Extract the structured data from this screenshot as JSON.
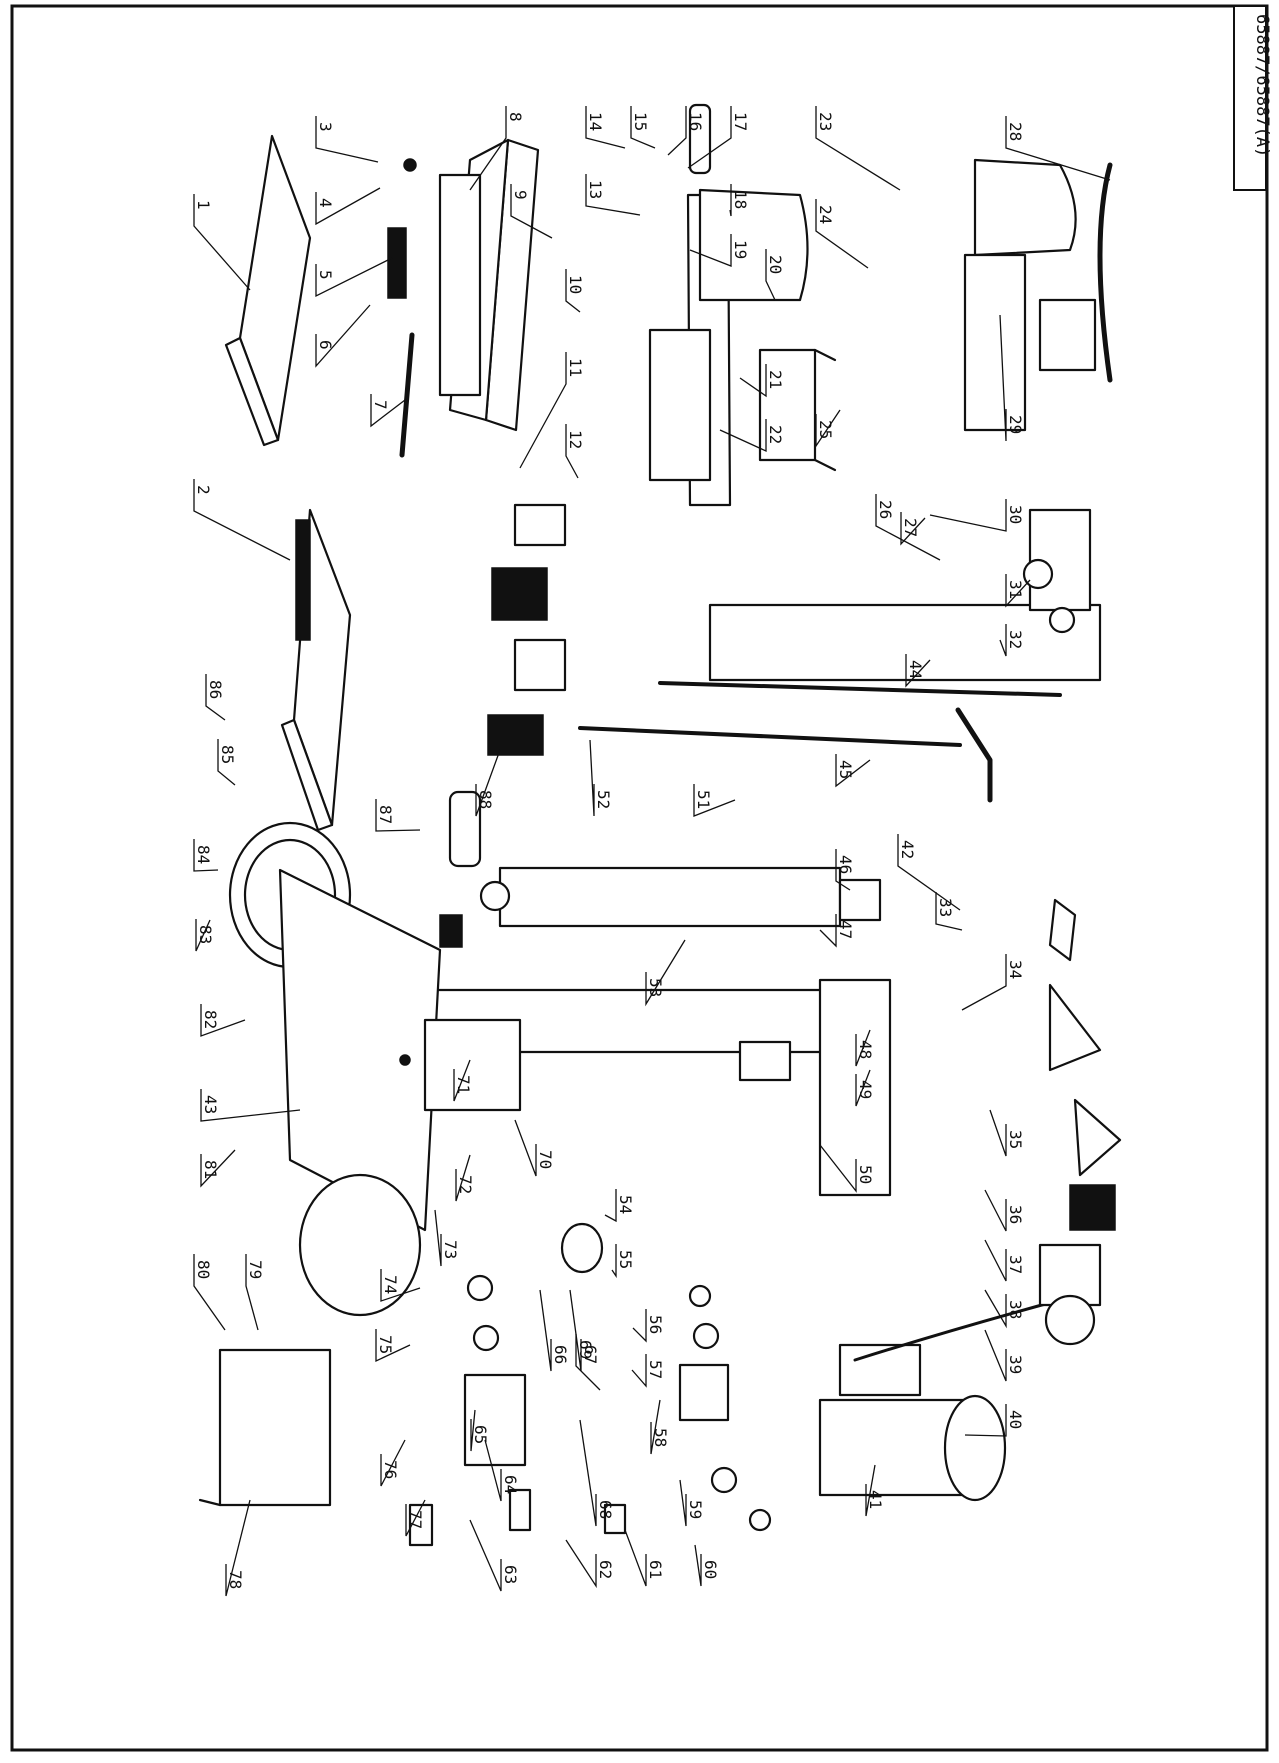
{
  "model_code": "65887/65887(A)",
  "labels": [
    "1",
    "2",
    "3",
    "4",
    "5",
    "6",
    "7",
    "8",
    "9",
    "10",
    "11",
    "12",
    "13",
    "14",
    "15",
    "16",
    "17",
    "18",
    "19",
    "20",
    "21",
    "22",
    "23",
    "24",
    "25",
    "26",
    "27",
    "28",
    "29",
    "30",
    "31",
    "32",
    "33",
    "34",
    "35",
    "36",
    "37",
    "38",
    "39",
    "40",
    "41",
    "42",
    "43",
    "44",
    "45",
    "46",
    "47",
    "48",
    "49",
    "50",
    "51",
    "52",
    "53",
    "54",
    "55",
    "56",
    "57",
    "58",
    "59",
    "60",
    "61",
    "62",
    "63",
    "64",
    "65",
    "66",
    "67",
    "68",
    "69",
    "70",
    "71",
    "72",
    "73",
    "74",
    "75",
    "76",
    "77",
    "78",
    "79",
    "80",
    "81",
    "82",
    "83",
    "84",
    "85",
    "86",
    "87",
    "88"
  ]
}
